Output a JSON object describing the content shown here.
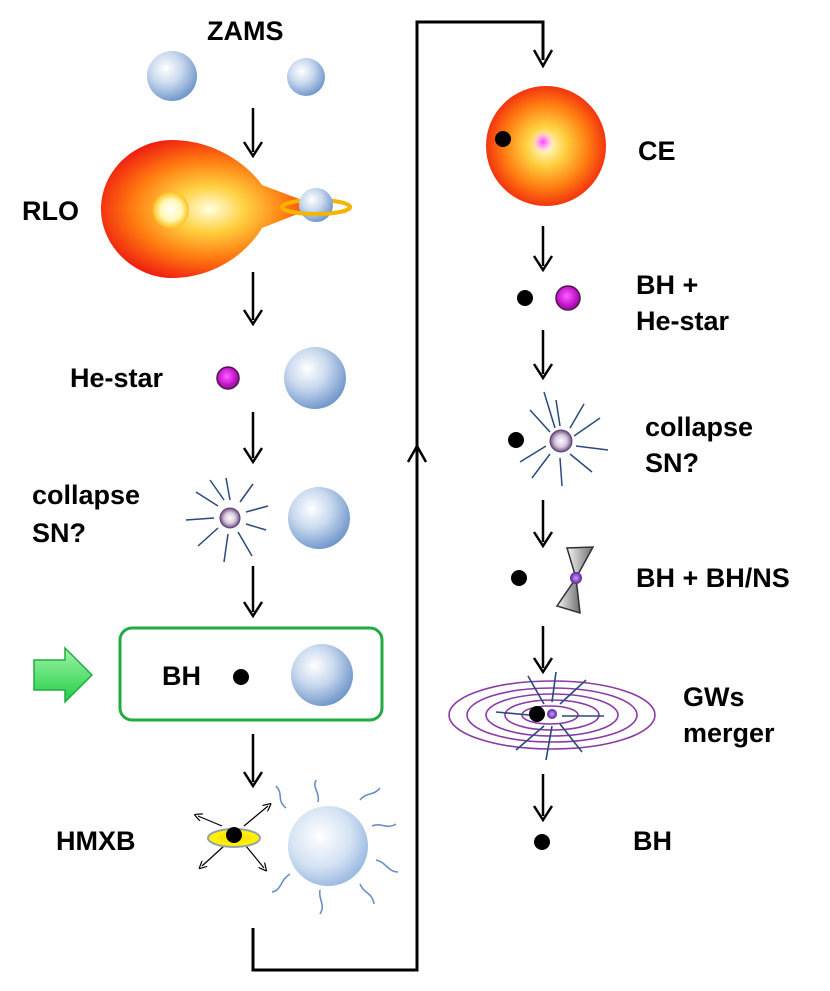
{
  "stages_left": {
    "zams": "ZAMS",
    "rlo": "RLO",
    "he_star": "He-star",
    "collapse_line1": "collapse",
    "collapse_line2": "SN?",
    "bh": "BH",
    "hmxb": "HMXB"
  },
  "stages_right": {
    "ce": "CE",
    "bh_he_line1": "BH +",
    "bh_he_line2": "He-star",
    "collapse_line1": "collapse",
    "collapse_line2": "SN?",
    "bh_bhns": "BH + BH/NS",
    "gws_line1": "GWs",
    "gws_line2": "merger",
    "final_bh": "BH"
  },
  "colors": {
    "blue_star": "#7fa6d4",
    "red_giant": "#f03010",
    "he_star": "#d020d0",
    "highlight_box": "#22aa44",
    "highlight_arrow": "#33dd55",
    "spiral": "#8a3aa8",
    "rays": "#2a4a7a"
  }
}
